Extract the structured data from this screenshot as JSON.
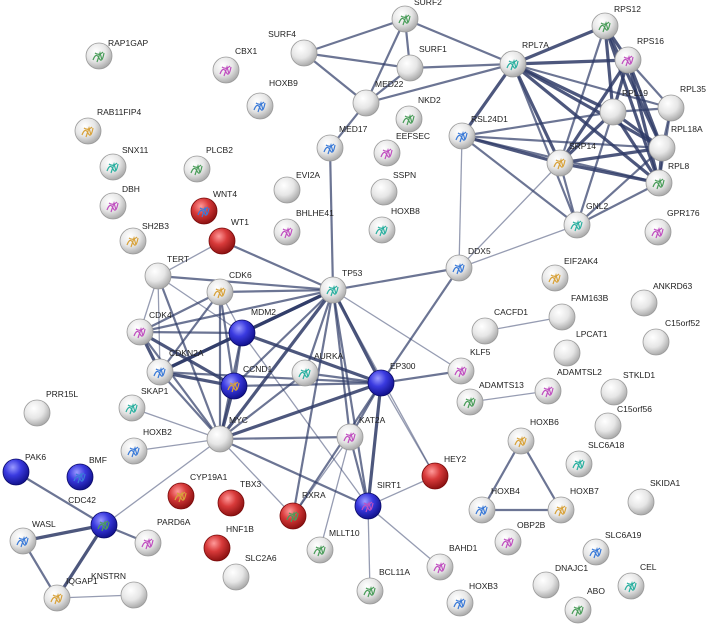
{
  "network": {
    "colors": {
      "grey": "#d8d8d8",
      "red": "#d21e1e",
      "blue": "#2121c8",
      "edge": "#2e3a66"
    },
    "nodes": [
      {
        "id": "RAP1GAP",
        "color": "grey",
        "structure": true
      },
      {
        "id": "CBX1",
        "color": "grey",
        "structure": true
      },
      {
        "id": "HOXB9",
        "color": "grey",
        "structure": true
      },
      {
        "id": "RAB11FIP4",
        "color": "grey",
        "structure": true
      },
      {
        "id": "SNX11",
        "color": "grey",
        "structure": true
      },
      {
        "id": "PLCB2",
        "color": "grey",
        "structure": true
      },
      {
        "id": "DBH",
        "color": "grey",
        "structure": true
      },
      {
        "id": "WNT4",
        "color": "red",
        "structure": true
      },
      {
        "id": "SH2B3",
        "color": "grey",
        "structure": true
      },
      {
        "id": "WT1",
        "color": "red",
        "structure": false
      },
      {
        "id": "SURF2",
        "color": "grey",
        "structure": true
      },
      {
        "id": "SURF4",
        "color": "grey",
        "structure": false
      },
      {
        "id": "SURF1",
        "color": "grey",
        "structure": false
      },
      {
        "id": "MED22",
        "color": "grey",
        "structure": false
      },
      {
        "id": "RPL7A",
        "color": "grey",
        "structure": true
      },
      {
        "id": "RPS12",
        "color": "grey",
        "structure": true
      },
      {
        "id": "RPS16",
        "color": "grey",
        "structure": true
      },
      {
        "id": "RPL35",
        "color": "grey",
        "structure": false
      },
      {
        "id": "RPL19",
        "color": "grey",
        "structure": false
      },
      {
        "id": "RPL18A",
        "color": "grey",
        "structure": false
      },
      {
        "id": "RPL8",
        "color": "grey",
        "structure": true
      },
      {
        "id": "GPR176",
        "color": "grey",
        "structure": true
      },
      {
        "id": "RSL24D1",
        "color": "grey",
        "structure": true
      },
      {
        "id": "SRP14",
        "color": "grey",
        "structure": true
      },
      {
        "id": "GNL2",
        "color": "grey",
        "structure": true
      },
      {
        "id": "NKD2",
        "color": "grey",
        "structure": true
      },
      {
        "id": "EEFSEC",
        "color": "grey",
        "structure": true
      },
      {
        "id": "MED17",
        "color": "grey",
        "structure": true
      },
      {
        "id": "SSPN",
        "color": "grey",
        "structure": false
      },
      {
        "id": "HOXB8",
        "color": "grey",
        "structure": true
      },
      {
        "id": "EVI2A",
        "color": "grey",
        "structure": false
      },
      {
        "id": "BHLHE41",
        "color": "grey",
        "structure": true
      },
      {
        "id": "DDX5",
        "color": "grey",
        "structure": true
      },
      {
        "id": "EIF2AK4",
        "color": "grey",
        "structure": true
      },
      {
        "id": "FAM163B",
        "color": "grey",
        "structure": false
      },
      {
        "id": "ANKRD63",
        "color": "grey",
        "structure": false
      },
      {
        "id": "C15orf52",
        "color": "grey",
        "structure": false
      },
      {
        "id": "TERT",
        "color": "grey",
        "structure": false
      },
      {
        "id": "CDK6",
        "color": "grey",
        "structure": true
      },
      {
        "id": "TP53",
        "color": "grey",
        "structure": true
      },
      {
        "id": "MDM2",
        "color": "blue",
        "structure": false
      },
      {
        "id": "CDK4",
        "color": "grey",
        "structure": true
      },
      {
        "id": "CDKN2A",
        "color": "grey",
        "structure": true
      },
      {
        "id": "CCND1",
        "color": "blue",
        "structure": true
      },
      {
        "id": "AURKA",
        "color": "grey",
        "structure": true
      },
      {
        "id": "EP300",
        "color": "blue",
        "structure": false
      },
      {
        "id": "KLF5",
        "color": "grey",
        "structure": true
      },
      {
        "id": "CACFD1",
        "color": "grey",
        "structure": false
      },
      {
        "id": "LPCAT1",
        "color": "grey",
        "structure": false
      },
      {
        "id": "STKLD1",
        "color": "grey",
        "structure": false
      },
      {
        "id": "ADAMTS13",
        "color": "grey",
        "structure": true
      },
      {
        "id": "ADAMTSL2",
        "color": "grey",
        "structure": true
      },
      {
        "id": "C15orf56",
        "color": "grey",
        "structure": false
      },
      {
        "id": "PRR15L",
        "color": "grey",
        "structure": false
      },
      {
        "id": "SKAP1",
        "color": "grey",
        "structure": true
      },
      {
        "id": "MYC",
        "color": "grey",
        "structure": false
      },
      {
        "id": "KAT2A",
        "color": "grey",
        "structure": true
      },
      {
        "id": "HOXB2",
        "color": "grey",
        "structure": true
      },
      {
        "id": "HOXB6",
        "color": "grey",
        "structure": true
      },
      {
        "id": "SLC6A18",
        "color": "grey",
        "structure": true
      },
      {
        "id": "HEY2",
        "color": "red",
        "structure": false
      },
      {
        "id": "PAK6",
        "color": "blue",
        "structure": false
      },
      {
        "id": "BMF",
        "color": "blue",
        "structure": true
      },
      {
        "id": "CYP19A1",
        "color": "red",
        "structure": true
      },
      {
        "id": "TBX3",
        "color": "red",
        "structure": false
      },
      {
        "id": "RXRA",
        "color": "red",
        "structure": true
      },
      {
        "id": "SIRT1",
        "color": "blue",
        "structure": true
      },
      {
        "id": "HOXB4",
        "color": "grey",
        "structure": true
      },
      {
        "id": "HOXB7",
        "color": "grey",
        "structure": true
      },
      {
        "id": "SKIDA1",
        "color": "grey",
        "structure": false
      },
      {
        "id": "CDC42",
        "color": "blue",
        "structure": true
      },
      {
        "id": "PARD6A",
        "color": "grey",
        "structure": true
      },
      {
        "id": "WASL",
        "color": "grey",
        "structure": true
      },
      {
        "id": "HNF1B",
        "color": "red",
        "structure": false
      },
      {
        "id": "SLC2A6",
        "color": "grey",
        "structure": false
      },
      {
        "id": "MLLT10",
        "color": "grey",
        "structure": true
      },
      {
        "id": "OBP2B",
        "color": "grey",
        "structure": true
      },
      {
        "id": "SLC6A19",
        "color": "grey",
        "structure": true
      },
      {
        "id": "IQGAP1",
        "color": "grey",
        "structure": true
      },
      {
        "id": "KNSTRN",
        "color": "grey",
        "structure": false
      },
      {
        "id": "BCL11A",
        "color": "grey",
        "structure": true
      },
      {
        "id": "BAHD1",
        "color": "grey",
        "structure": true
      },
      {
        "id": "HOXB3",
        "color": "grey",
        "structure": true
      },
      {
        "id": "DNAJC1",
        "color": "grey",
        "structure": false
      },
      {
        "id": "CEL",
        "color": "grey",
        "structure": true
      },
      {
        "id": "ABO",
        "color": "grey",
        "structure": true
      }
    ],
    "edges": [
      [
        "SURF2",
        "SURF1",
        2
      ],
      [
        "SURF2",
        "SURF4",
        2
      ],
      [
        "SURF2",
        "MED22",
        2
      ],
      [
        "SURF2",
        "RPL7A",
        2
      ],
      [
        "SURF4",
        "SURF1",
        2
      ],
      [
        "SURF4",
        "MED22",
        2
      ],
      [
        "SURF1",
        "MED22",
        2
      ],
      [
        "SURF1",
        "RPL7A",
        2
      ],
      [
        "MED22",
        "RPL7A",
        2
      ],
      [
        "MED22",
        "MED17",
        2
      ],
      [
        "MED17",
        "TP53",
        2
      ],
      [
        "RPL7A",
        "RPS12",
        3
      ],
      [
        "RPL7A",
        "RPS16",
        3
      ],
      [
        "RPL7A",
        "RPL19",
        3
      ],
      [
        "RPL7A",
        "RPL35",
        2
      ],
      [
        "RPL7A",
        "RPL18A",
        3
      ],
      [
        "RPL7A",
        "RPL8",
        3
      ],
      [
        "RPL7A",
        "SRP14",
        3
      ],
      [
        "RPL7A",
        "RSL24D1",
        3
      ],
      [
        "RPL7A",
        "GNL2",
        2
      ],
      [
        "RPS12",
        "RPS16",
        3
      ],
      [
        "RPS12",
        "RPL19",
        3
      ],
      [
        "RPS12",
        "RPL18A",
        3
      ],
      [
        "RPS12",
        "RPL8",
        3
      ],
      [
        "RPS12",
        "SRP14",
        2
      ],
      [
        "RPS16",
        "RPL19",
        3
      ],
      [
        "RPS16",
        "RPL18A",
        3
      ],
      [
        "RPS16",
        "RPL8",
        3
      ],
      [
        "RPS16",
        "RPL35",
        2
      ],
      [
        "RPS16",
        "SRP14",
        3
      ],
      [
        "RPL19",
        "RPL35",
        2
      ],
      [
        "RPL19",
        "RPL18A",
        3
      ],
      [
        "RPL19",
        "RPL8",
        3
      ],
      [
        "RPL19",
        "SRP14",
        3
      ],
      [
        "RPL19",
        "RSL24D1",
        2
      ],
      [
        "RPL19",
        "GNL2",
        2
      ],
      [
        "RPL35",
        "RPL18A",
        2
      ],
      [
        "RPL35",
        "RPL8",
        2
      ],
      [
        "RPL18A",
        "RPL8",
        3
      ],
      [
        "RPL18A",
        "SRP14",
        3
      ],
      [
        "RPL18A",
        "RSL24D1",
        2
      ],
      [
        "RPL18A",
        "GNL2",
        2
      ],
      [
        "RPL8",
        "SRP14",
        3
      ],
      [
        "RPL8",
        "GNL2",
        2
      ],
      [
        "RPL8",
        "RSL24D1",
        2
      ],
      [
        "RSL24D1",
        "SRP14",
        3
      ],
      [
        "RSL24D1",
        "GNL2",
        2
      ],
      [
        "RSL24D1",
        "DDX5",
        1
      ],
      [
        "SRP14",
        "GNL2",
        2
      ],
      [
        "SRP14",
        "DDX5",
        1
      ],
      [
        "GNL2",
        "DDX5",
        1
      ],
      [
        "DDX5",
        "TP53",
        2
      ],
      [
        "DDX5",
        "EP300",
        2
      ],
      [
        "WT1",
        "TP53",
        2
      ],
      [
        "WT1",
        "TERT",
        1
      ],
      [
        "TERT",
        "TP53",
        2
      ],
      [
        "TERT",
        "CDK4",
        1
      ],
      [
        "TERT",
        "CDKN2A",
        1
      ],
      [
        "TERT",
        "MYC",
        2
      ],
      [
        "TERT",
        "MDM2",
        1
      ],
      [
        "CDK6",
        "CDK4",
        2
      ],
      [
        "CDK6",
        "CDKN2A",
        2
      ],
      [
        "CDK6",
        "CCND1",
        2
      ],
      [
        "CDK6",
        "MYC",
        2
      ],
      [
        "CDK6",
        "TP53",
        2
      ],
      [
        "CDK6",
        "MDM2",
        1
      ],
      [
        "CDK4",
        "CDKN2A",
        3
      ],
      [
        "CDK4",
        "CCND1",
        3
      ],
      [
        "CDK4",
        "MDM2",
        2
      ],
      [
        "CDK4",
        "MYC",
        2
      ],
      [
        "CDK4",
        "TP53",
        2
      ],
      [
        "CDKN2A",
        "MDM2",
        3
      ],
      [
        "CDKN2A",
        "CCND1",
        3
      ],
      [
        "CDKN2A",
        "TP53",
        3
      ],
      [
        "CDKN2A",
        "MYC",
        2
      ],
      [
        "CDKN2A",
        "EP300",
        2
      ],
      [
        "MDM2",
        "TP53",
        3
      ],
      [
        "MDM2",
        "CCND1",
        2
      ],
      [
        "MDM2",
        "MYC",
        2
      ],
      [
        "MDM2",
        "EP300",
        3
      ],
      [
        "MDM2",
        "SIRT1",
        1
      ],
      [
        "CCND1",
        "MYC",
        3
      ],
      [
        "CCND1",
        "TP53",
        2
      ],
      [
        "CCND1",
        "EP300",
        2
      ],
      [
        "TP53",
        "MYC",
        3
      ],
      [
        "TP53",
        "EP300",
        3
      ],
      [
        "TP53",
        "KAT2A",
        2
      ],
      [
        "TP53",
        "SIRT1",
        2
      ],
      [
        "TP53",
        "AURKA",
        2
      ],
      [
        "TP53",
        "HEY2",
        1
      ],
      [
        "TP53",
        "KLF5",
        1
      ],
      [
        "TP53",
        "RXRA",
        2
      ],
      [
        "AURKA",
        "MYC",
        2
      ],
      [
        "AURKA",
        "EP300",
        2
      ],
      [
        "MYC",
        "EP300",
        3
      ],
      [
        "MYC",
        "KAT2A",
        2
      ],
      [
        "MYC",
        "SIRT1",
        2
      ],
      [
        "MYC",
        "SKAP1",
        1
      ],
      [
        "MYC",
        "HOXB2",
        1
      ],
      [
        "MYC",
        "CDC42",
        1
      ],
      [
        "MYC",
        "RXRA",
        1
      ],
      [
        "EP300",
        "KAT2A",
        2
      ],
      [
        "EP300",
        "SIRT1",
        3
      ],
      [
        "EP300",
        "KLF5",
        2
      ],
      [
        "EP300",
        "HEY2",
        1
      ],
      [
        "EP300",
        "RXRA",
        2
      ],
      [
        "KAT2A",
        "SIRT1",
        2
      ],
      [
        "KAT2A",
        "MLLT10",
        1
      ],
      [
        "KAT2A",
        "RXRA",
        1
      ],
      [
        "SIRT1",
        "HEY2",
        1
      ],
      [
        "SIRT1",
        "BAHD1",
        1
      ],
      [
        "SIRT1",
        "BCL11A",
        1
      ],
      [
        "CACFD1",
        "FAM163B",
        1
      ],
      [
        "ADAMTS13",
        "ADAMTSL2",
        1
      ],
      [
        "HOXB6",
        "HOXB4",
        2
      ],
      [
        "HOXB6",
        "HOXB7",
        2
      ],
      [
        "HOXB4",
        "HOXB7",
        2
      ],
      [
        "PAK6",
        "CDC42",
        2
      ],
      [
        "CDC42",
        "PARD6A",
        2
      ],
      [
        "CDC42",
        "WASL",
        3
      ],
      [
        "CDC42",
        "IQGAP1",
        3
      ],
      [
        "WASL",
        "IQGAP1",
        2
      ],
      [
        "IQGAP1",
        "KNSTRN",
        1
      ]
    ]
  }
}
